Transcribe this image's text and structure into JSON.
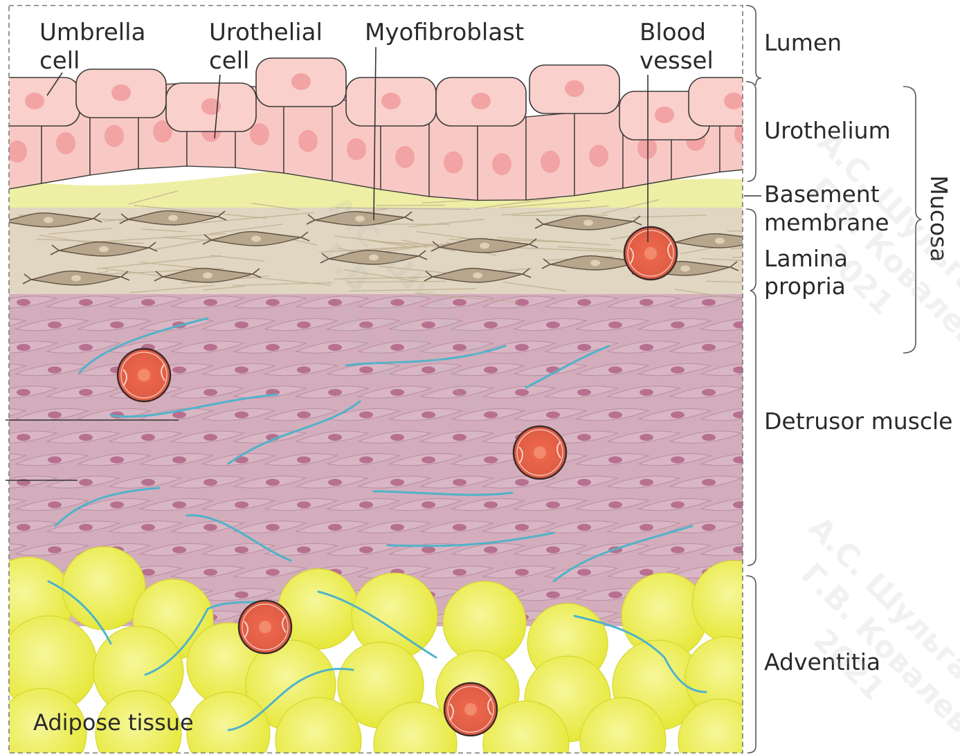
{
  "figure": {
    "top_labels": {
      "umbrella_cell": [
        "Umbrella",
        "cell"
      ],
      "urothelial_cell": [
        "Urothelial",
        "cell"
      ],
      "myofibroblast": "Myofibroblast",
      "blood_vessel": [
        "Blood",
        "vessel"
      ]
    },
    "layer_labels": {
      "lumen": "Lumen",
      "urothelium": "Urothelium",
      "basement_membrane": [
        "Basement",
        "membrane"
      ],
      "lamina_propria": [
        "Lamina",
        "propria"
      ],
      "detrusor_muscle": "Detrusor muscle",
      "adventitia": "Adventitia",
      "mucosa": "Mucosa"
    },
    "adipose_label": "Adipose tissue",
    "watermark": [
      "А.С. Шульга",
      "Г.В. Ковалев",
      "2021"
    ],
    "colors": {
      "urothelial_cell_fill": "#f8c9c4",
      "urothelial_nucleus": "#f2a3a3",
      "basement_membrane": "#eeeea5",
      "lamina_propria": "#e0d6c1",
      "myofibroblast": "#b7a58c",
      "detrusor_fill": "#cfa7b7",
      "detrusor_nucleus": "#b7708f",
      "nerve_fiber": "#4fb3c9",
      "adipose": "#eef04c",
      "blood_vessel": "#e4604a"
    }
  }
}
